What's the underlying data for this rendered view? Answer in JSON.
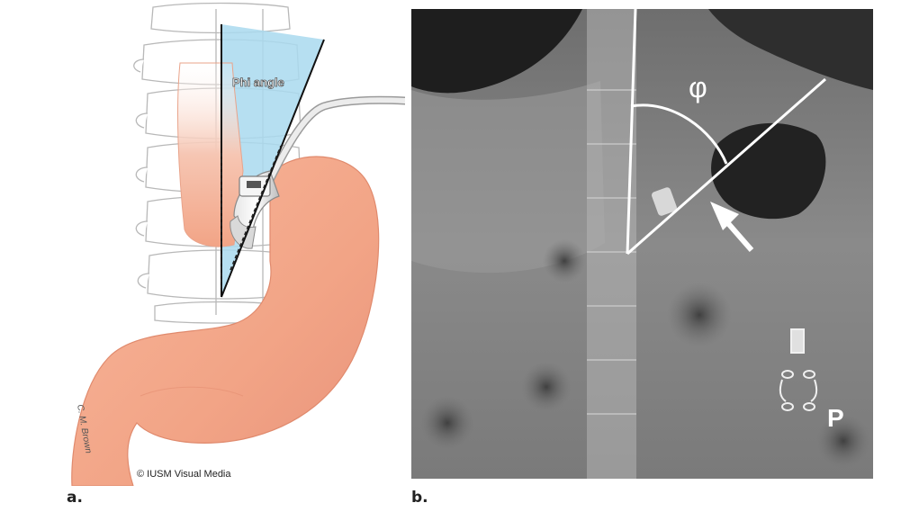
{
  "panel_a": {
    "label": "a.",
    "angle_label": "Phi angle",
    "copyright": "© IUSM Visual Media",
    "signature": "C. M. Brown"
  },
  "panel_b": {
    "label": "b.",
    "phi_symbol": "φ",
    "pump_marker": "P"
  },
  "colors": {
    "stomach_fill": "#f2a486",
    "stomach_edge": "#e08a6d",
    "phi_wedge": "#a9d9ee",
    "esophagus_fill": "#f4c2b0",
    "spine_stroke": "#b8b8b8",
    "xray_bg": "#7d7d7d",
    "xray_line": "#ffffff"
  }
}
